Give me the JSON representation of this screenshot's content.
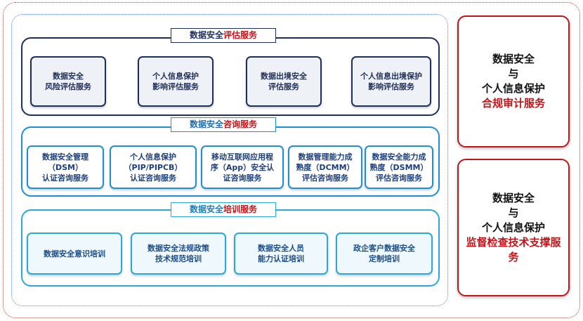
{
  "evaluation": {
    "title_prefix": "数据安全",
    "title_highlight": "评估服务",
    "items": [
      "数据安全\n风险评估服务",
      "个人信息保护\n影响评估服务",
      "数据出境安全\n评估服务",
      "个人信息出境保护\n影响评估服务"
    ]
  },
  "consulting": {
    "title_prefix": "数据安全",
    "title_highlight": "咨询服务",
    "items": [
      "数据安全管理\n（DSM）\n认证咨询服务",
      "个人信息保护\n（PIP/PIPCB）\n认证咨询服务",
      "移动互联网应用程\n序（App）安全认\n证咨询服务",
      "数据管理能力成\n熟度（DCMM）\n评估咨询服务",
      "数据安全能力成\n熟度（DSMM）\n评估咨询服务"
    ]
  },
  "training": {
    "title_prefix": "数据安全",
    "title_highlight": "培训服务",
    "items": [
      "数据安全意识培训",
      "数据安全法规政策\n技术规范培训",
      "数据安全人员\n能力认证培训",
      "政企客户数据安全\n定制培训"
    ]
  },
  "right_panels": [
    {
      "line1": "数据安全",
      "line2": "与",
      "line3": "个人信息保护",
      "highlight": "合规审计服务"
    },
    {
      "line1": "数据安全",
      "line2": "与",
      "line3": "个人信息保护",
      "highlight": "监督检查技术支撑服务"
    }
  ],
  "colors": {
    "evaluation_border": "#1f2f5c",
    "consulting_border": "#1e8fd1",
    "training_border": "#2aa8d6",
    "accent_red": "#c0161b"
  }
}
